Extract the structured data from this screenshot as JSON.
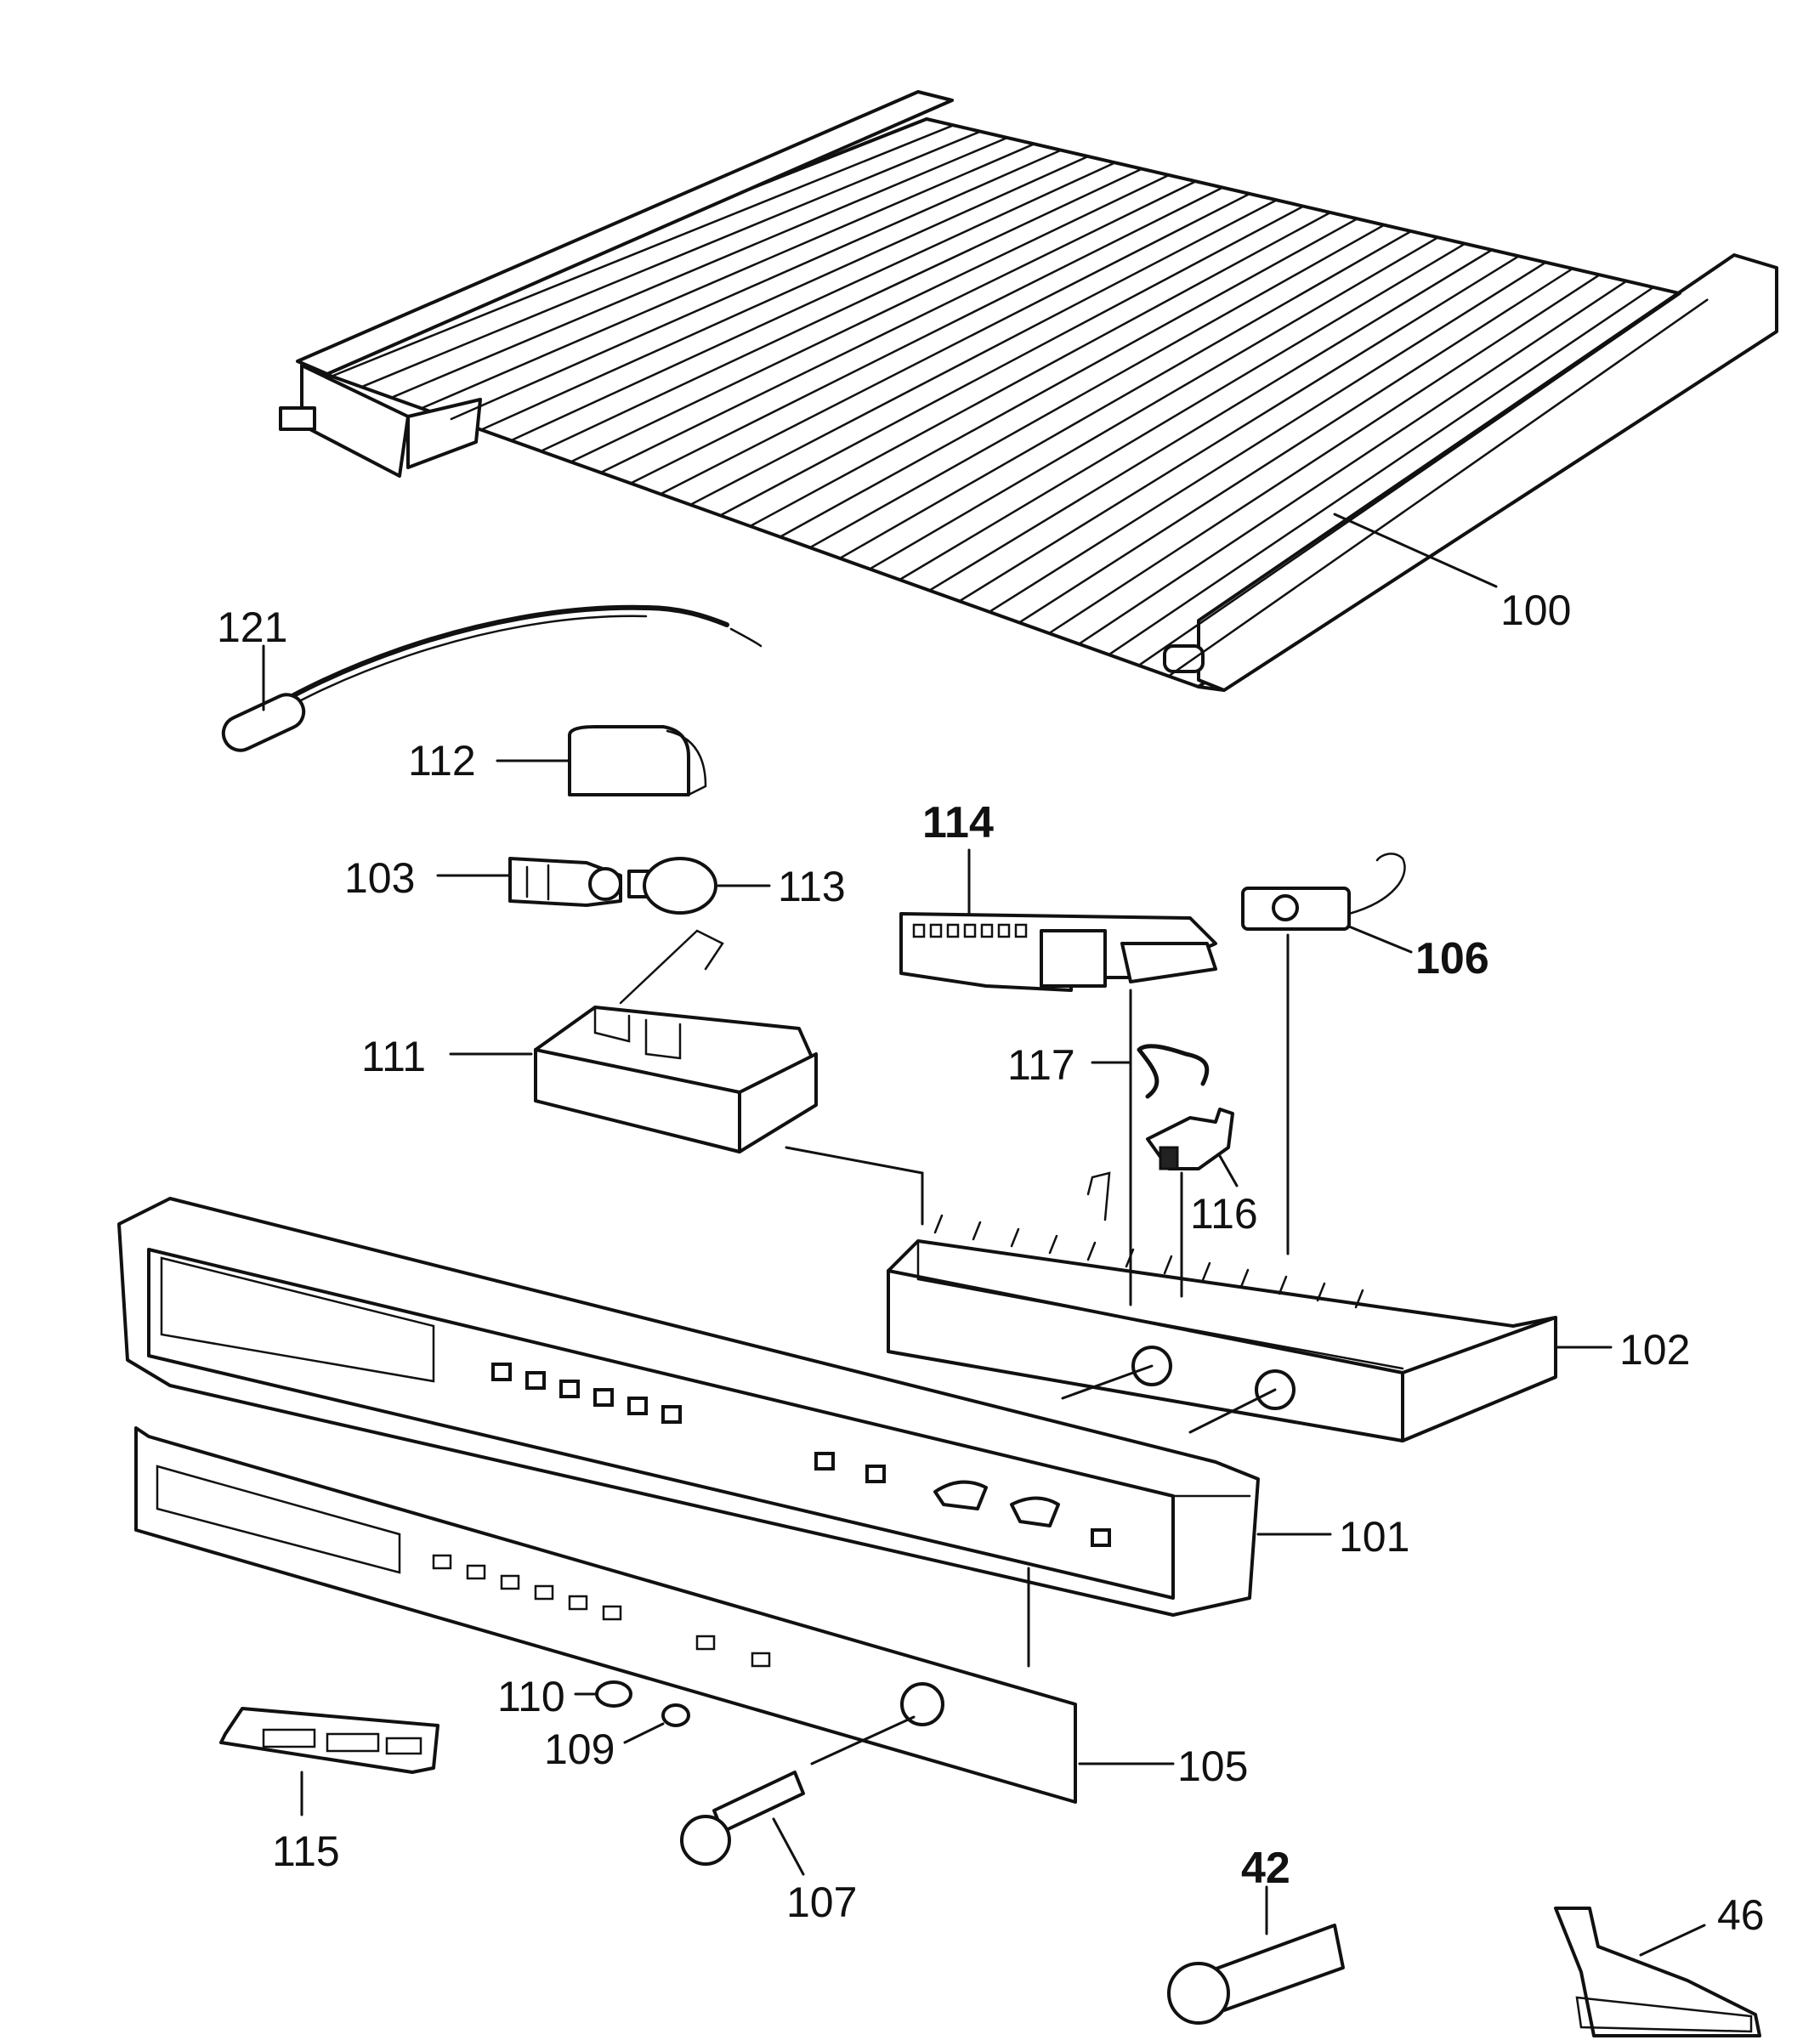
{
  "diagram": {
    "type": "exploded parts diagram",
    "parts": [
      {
        "key": "p100",
        "label": "100"
      },
      {
        "key": "p121",
        "label": "121"
      },
      {
        "key": "p112",
        "label": "112"
      },
      {
        "key": "p103",
        "label": "103"
      },
      {
        "key": "p113",
        "label": "113"
      },
      {
        "key": "p114",
        "label": "114"
      },
      {
        "key": "p106",
        "label": "106"
      },
      {
        "key": "p111",
        "label": "111"
      },
      {
        "key": "p117",
        "label": "117"
      },
      {
        "key": "p116",
        "label": "116"
      },
      {
        "key": "p102",
        "label": "102"
      },
      {
        "key": "p101",
        "label": "101"
      },
      {
        "key": "p110",
        "label": "110"
      },
      {
        "key": "p109",
        "label": "109"
      },
      {
        "key": "p105",
        "label": "105"
      },
      {
        "key": "p115",
        "label": "115"
      },
      {
        "key": "p107",
        "label": "107"
      },
      {
        "key": "p42",
        "label": "42"
      },
      {
        "key": "p46",
        "label": "46"
      }
    ]
  }
}
